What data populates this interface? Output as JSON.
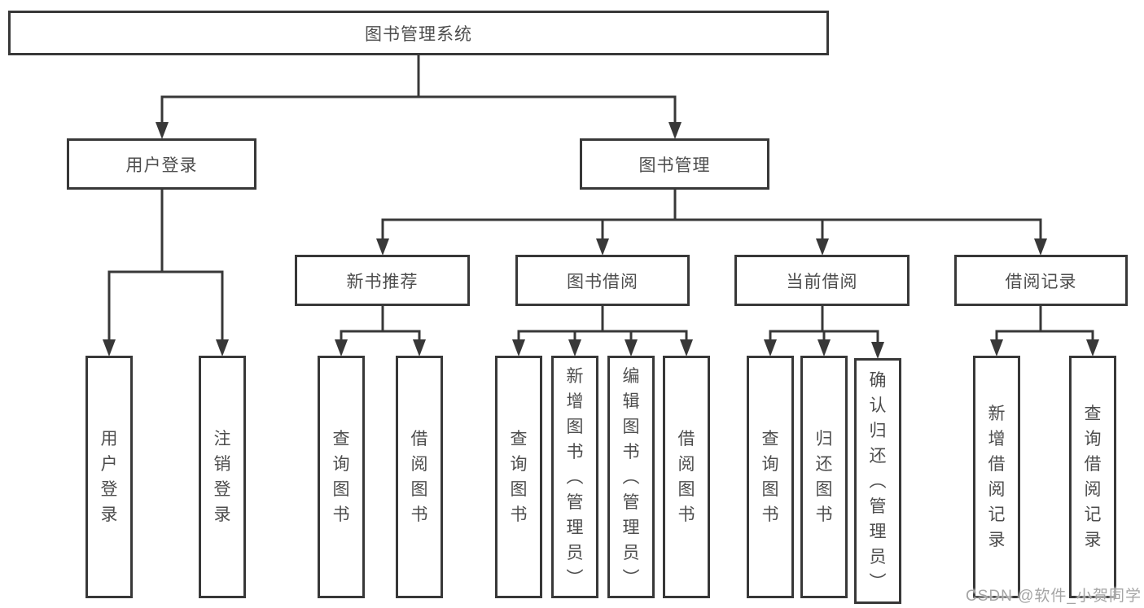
{
  "watermark": "CSDN @软件_小贺同学",
  "colors": {
    "line": "#383838",
    "text": "#4d4d4d",
    "watermark": "#a5a5a5"
  },
  "tree": {
    "root": {
      "label": "图书管理系统"
    },
    "branches": [
      {
        "label": "用户登录",
        "children": [
          "用户登录",
          "注销登录"
        ]
      },
      {
        "label": "图书管理",
        "children": [
          {
            "label": "新书推荐",
            "children": [
              "查询图书",
              "借阅图书"
            ]
          },
          {
            "label": "图书借阅",
            "children": [
              "查询图书",
              "新增图书（管理员）",
              "编辑图书（管理员）",
              "借阅图书"
            ]
          },
          {
            "label": "当前借阅",
            "children": [
              "查询图书",
              "归还图书",
              "确认归还（管理员）"
            ]
          },
          {
            "label": "借阅记录",
            "children": [
              "新增借阅记录",
              "查询借阅记录"
            ]
          }
        ]
      }
    ]
  }
}
